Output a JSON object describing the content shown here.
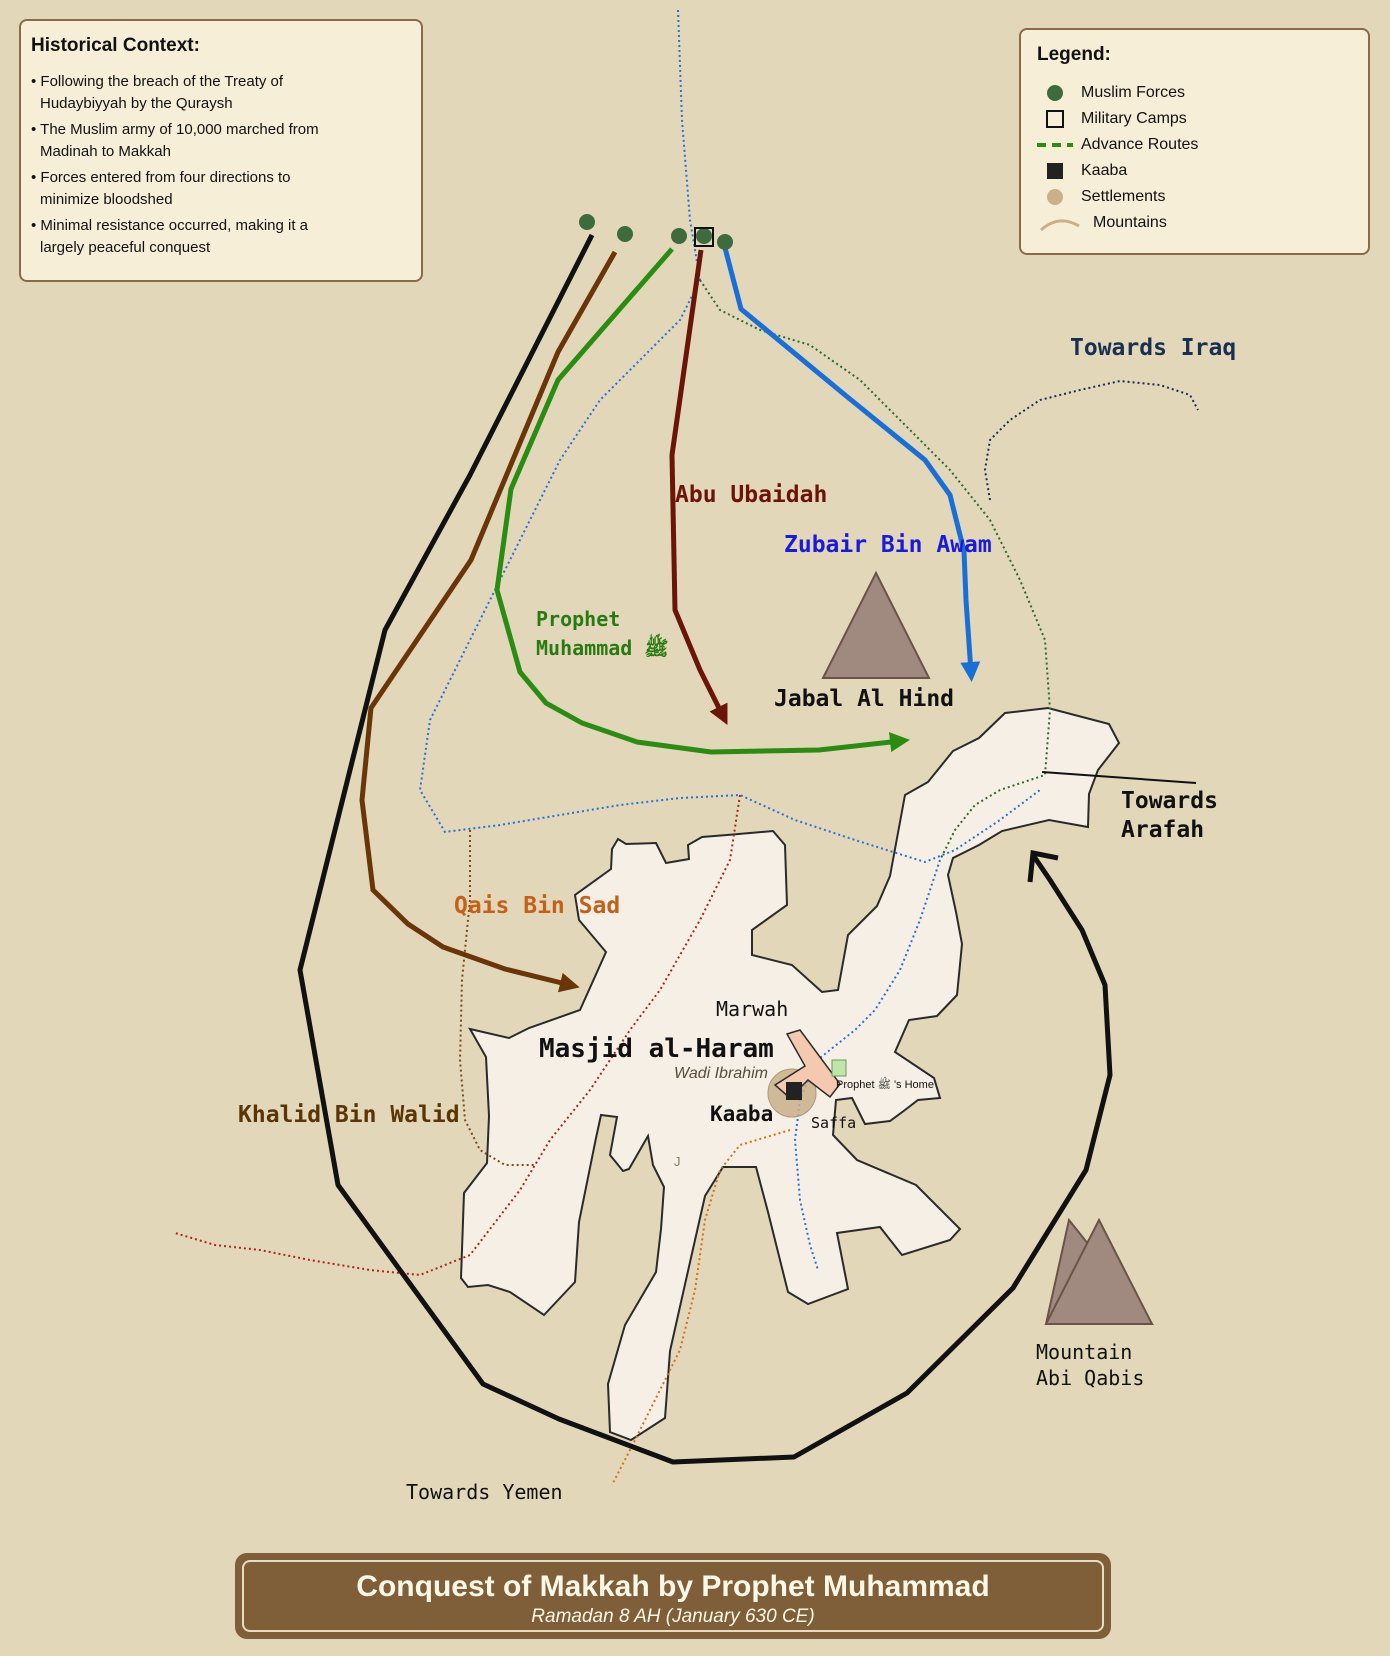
{
  "context": {
    "title": "Historical Context:",
    "items": [
      "Following the breach of the Treaty of Hudaybiyyah by the Quraysh",
      "The Muslim army of 10,000 marched from Madinah to Makkah",
      "Forces entered from four directions to minimize bloodshed",
      "Minimal resistance occurred, making it a largely peaceful conquest"
    ]
  },
  "legend": {
    "title": "Legend:",
    "items": [
      {
        "icon": "circle-icon",
        "label": "Muslim Forces"
      },
      {
        "icon": "square-outline-icon",
        "label": "Military Camps"
      },
      {
        "icon": "dashed-line-icon",
        "label": "Advance Routes"
      },
      {
        "icon": "square-filled-icon",
        "label": "Kaaba"
      },
      {
        "icon": "circle-icon",
        "label": "Settlements"
      },
      {
        "icon": "arc-icon",
        "label": "Mountains"
      }
    ]
  },
  "routes": {
    "abu_ubaidah": "Abu Ubaidah",
    "zubair": "Zubair Bin Awam",
    "prophet_1": "Prophet",
    "prophet_2": "Muhammad ﷺ",
    "qais": "Qais Bin Sad",
    "khalid": "Khalid Bin Walid"
  },
  "places": {
    "jabal_al_hind": "Jabal Al Hind",
    "towards_iraq": "Towards Iraq",
    "towards_arafah_1": "Towards",
    "towards_arafah_2": "Arafah",
    "marwah": "Marwah",
    "masjid": "Masjid al-Haram",
    "wadi": "Wadi Ibrahim",
    "kaaba": "Kaaba",
    "saffa": "Saffa",
    "prophets_home": "Prophet ﷺ 's Home",
    "mountain_1": "Mountain",
    "mountain_2": "Abi Qabis",
    "towards_yemen": "Towards Yemen",
    "j_fragment": "J"
  },
  "title": {
    "main": "Conquest of Makkah by Prophet Muhammad",
    "sub": "Ramadan 8 AH (January 630 CE)"
  },
  "colors": {
    "background": "#e2d7b9",
    "city_fill": "#f5efe5",
    "force_dot": "#3e6b3e",
    "abu_ubaidah": "#6b1408",
    "zubair": "#1a6fd6",
    "prophet": "#2a8c12",
    "qais": "#6a3508",
    "khalid": "#111111",
    "mountain": "#a08a80"
  }
}
